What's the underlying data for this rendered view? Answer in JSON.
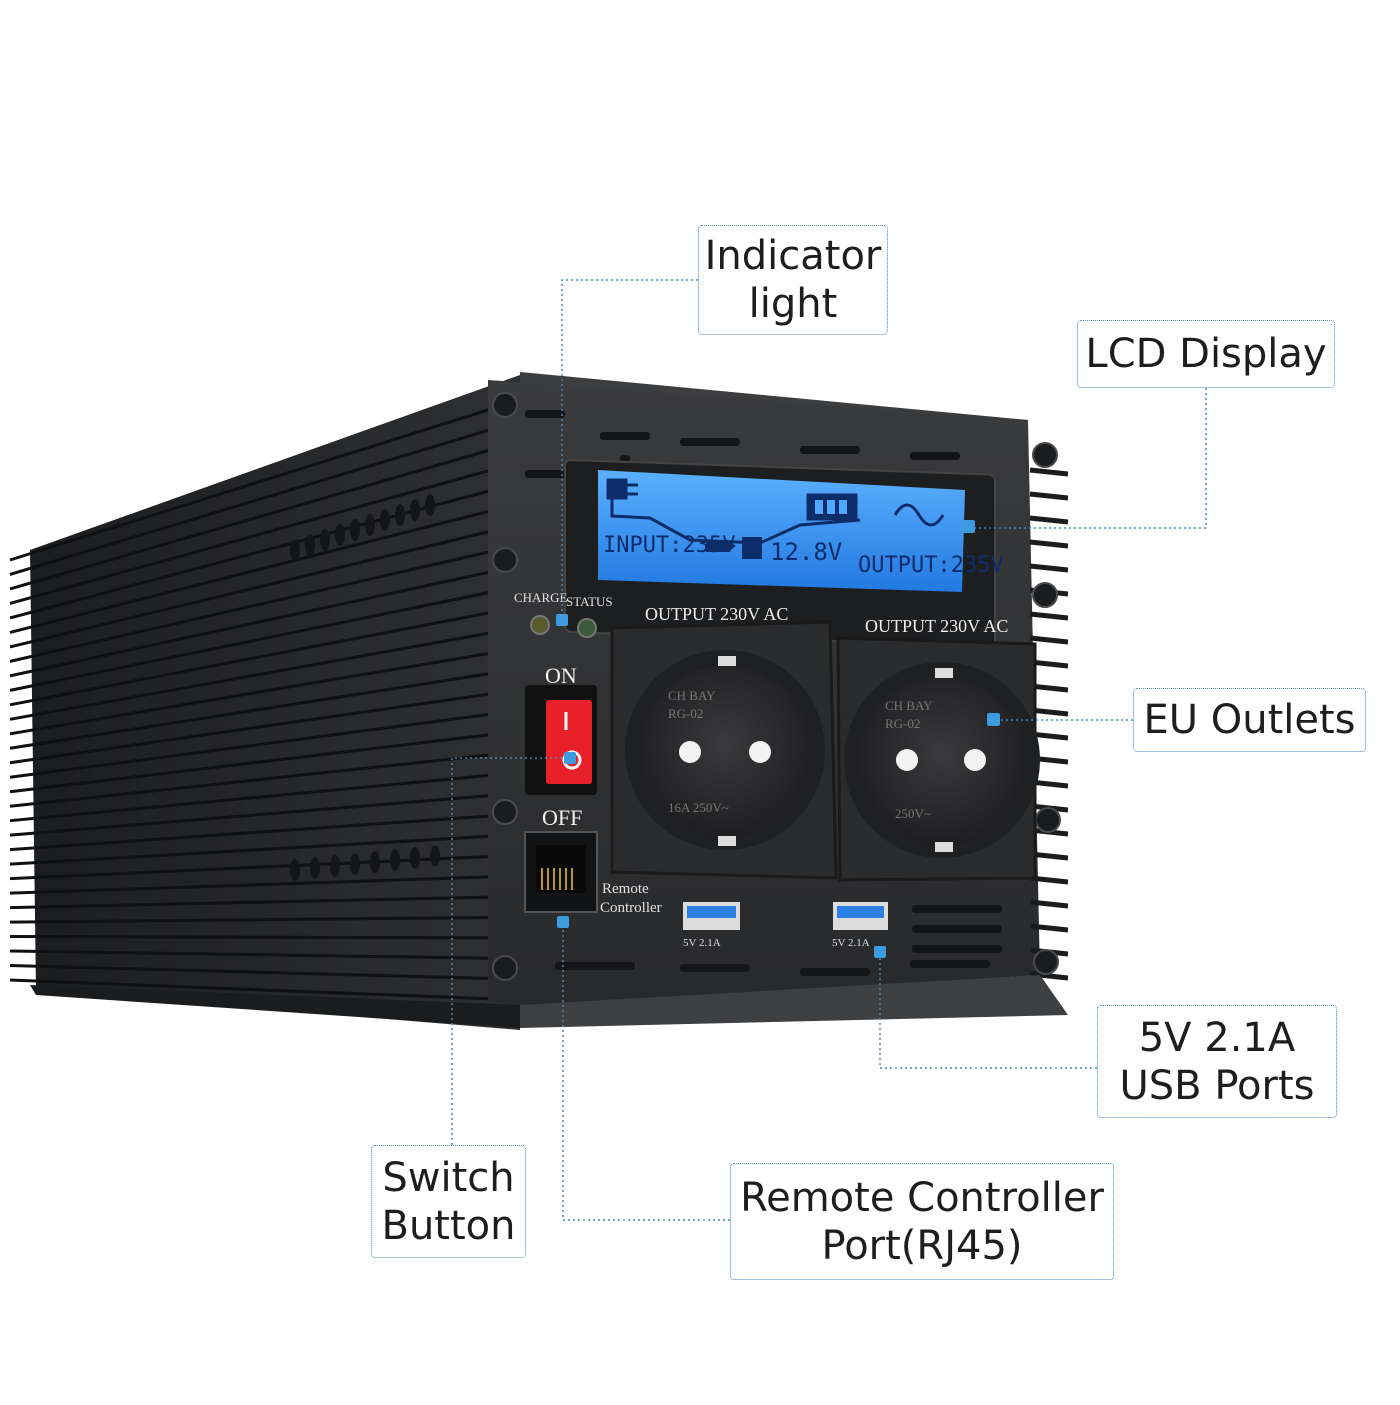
{
  "callouts": {
    "indicator_light": [
      "Indicator",
      "light"
    ],
    "lcd_display": [
      "LCD Display"
    ],
    "eu_outlets": [
      "EU Outlets"
    ],
    "usb_ports": [
      "5V 2.1A",
      "USB Ports"
    ],
    "switch_button": [
      "Switch",
      "Button"
    ],
    "remote_port": [
      "Remote Controller",
      "Port(RJ45)"
    ]
  },
  "lcd": {
    "input": "INPUT:235V",
    "battery": "12.8V",
    "output": "OUTPUT:235V"
  },
  "panel": {
    "charge": "CHARGE",
    "status": "STATUS",
    "on": "ON",
    "off": "OFF",
    "remote": [
      "Remote",
      "Controller"
    ],
    "outlet_label": "OUTPUT  230V  AC",
    "outlet_left": [
      "CH BAY",
      "RG-02",
      "16A 250V~"
    ],
    "outlet_right": [
      "CH BAY",
      "RG-02",
      "250V~"
    ],
    "usb_label": "5V  2.1A"
  },
  "colors": {
    "accent": "#4a86b8",
    "marker": "#3d9be0",
    "lcd": "#2d8df2",
    "switch": "#e8202a",
    "body": "#2b2c2e"
  }
}
